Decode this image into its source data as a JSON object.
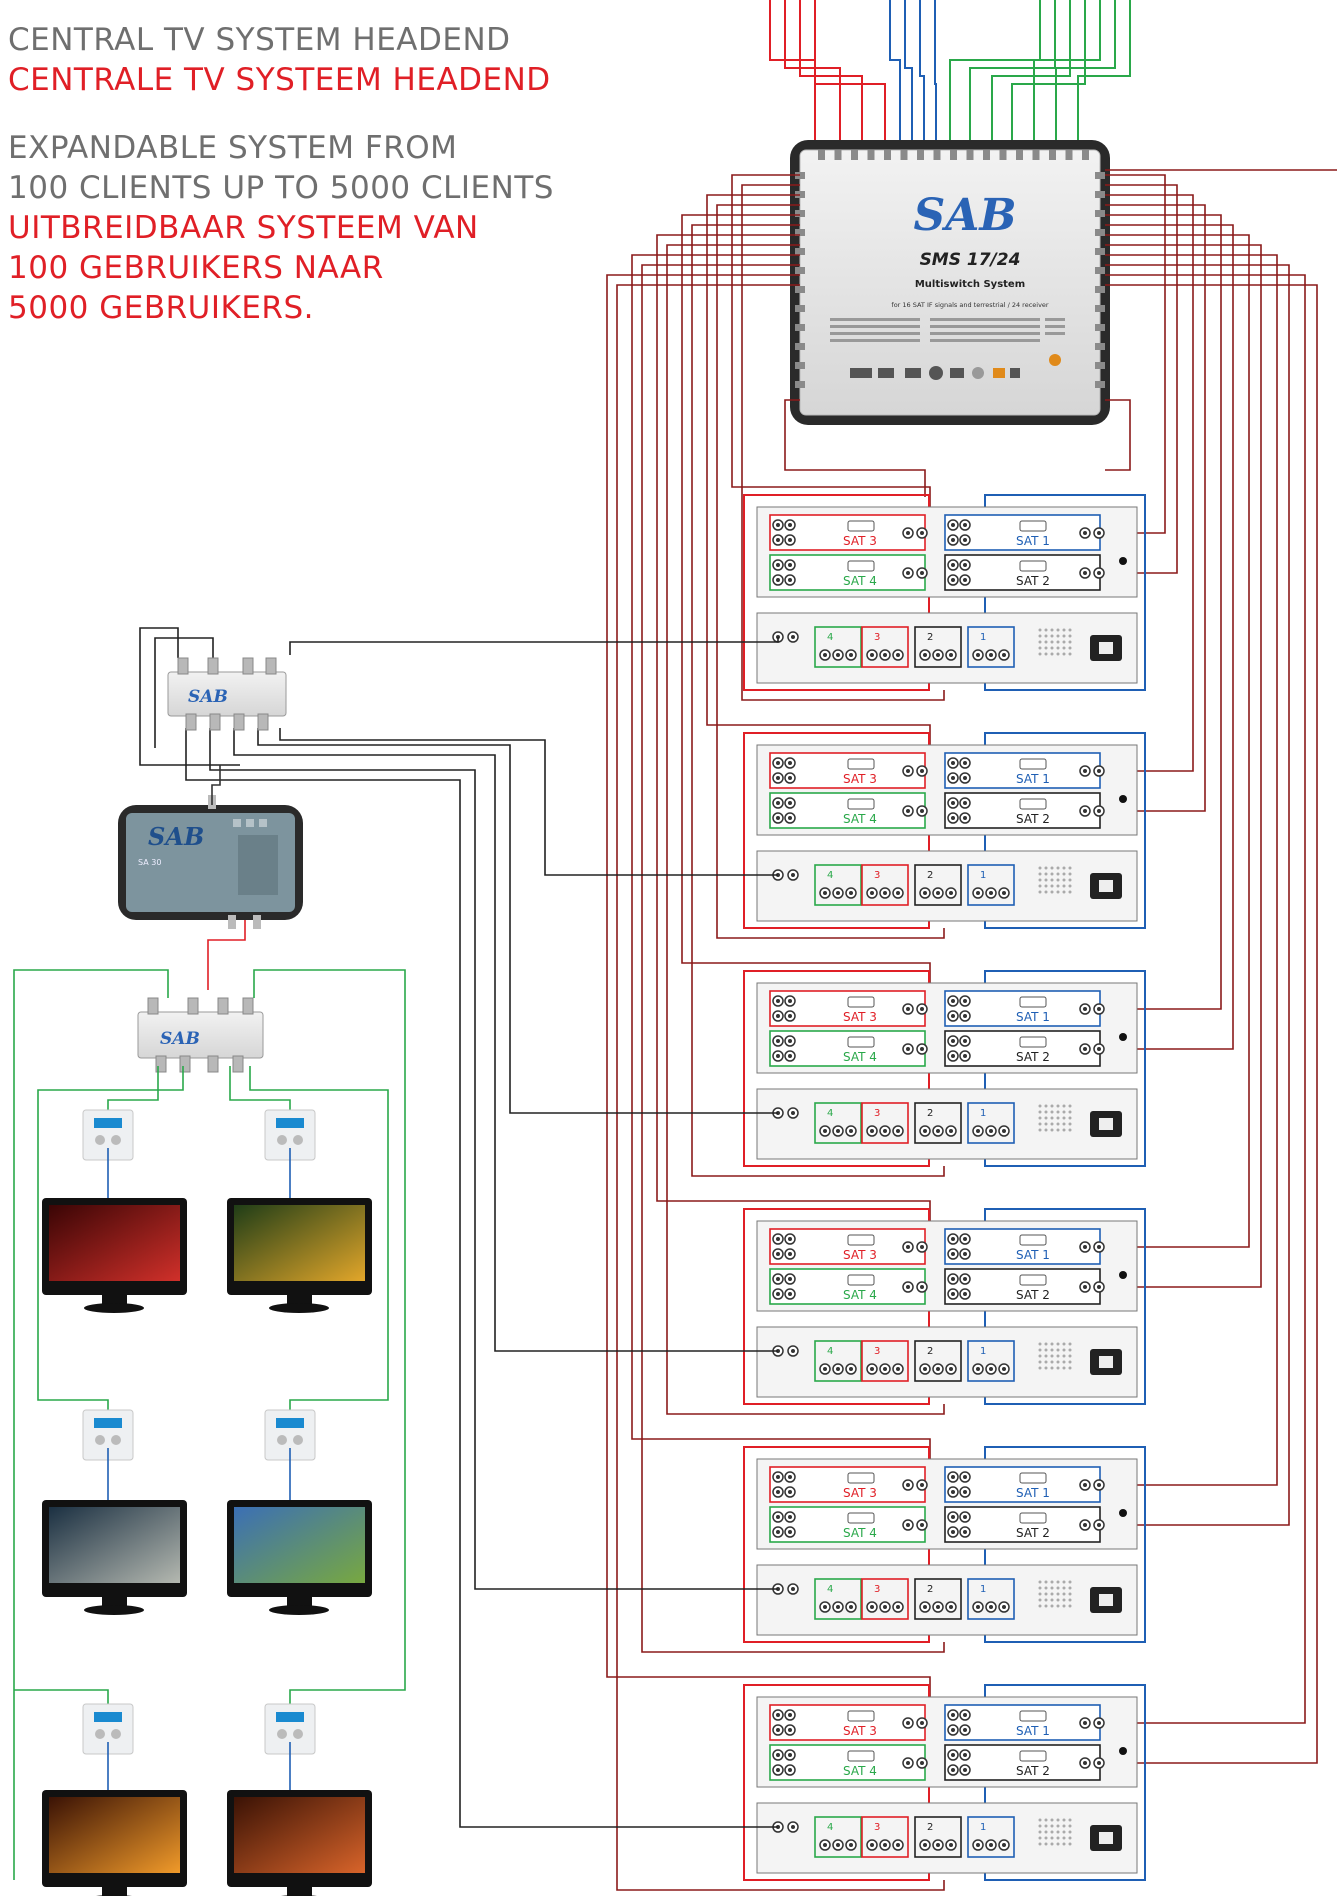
{
  "heading": {
    "title_en": "CENTRAL TV SYSTEM HEADEND",
    "title_nl": "CENTRALE TV SYSTEEM HEADEND",
    "desc_en_1": "EXPANDABLE SYSTEM FROM",
    "desc_en_2": "100 CLIENTS UP TO 5000 CLIENTS",
    "desc_nl_1": "UITBREIDBAAR SYSTEEM VAN",
    "desc_nl_2": "100 GEBRUIKERS NAAR",
    "desc_nl_3": "5000 GEBRUIKERS."
  },
  "multiswitch": {
    "brand": "SAB",
    "model": "SMS 17/24",
    "name": "Multiswitch System",
    "desc": "for 16 SAT IF signals and terrestrial / 24 receiver"
  },
  "amplifier": {
    "brand": "SAB",
    "model": "SA 30"
  },
  "splitter": {
    "brand": "SAB"
  },
  "rack_labels": {
    "sat1": "SAT 1",
    "sat2": "SAT 2",
    "sat3": "SAT 3",
    "sat4": "SAT 4",
    "n1": "1",
    "n2": "2",
    "n3": "3",
    "n4": "4"
  },
  "colors": {
    "red": "#e01f26",
    "blue": "#1f5fb4",
    "green": "#2aa84a",
    "darkred": "#8b1a1a",
    "gray_text": "#6f6f6f"
  }
}
